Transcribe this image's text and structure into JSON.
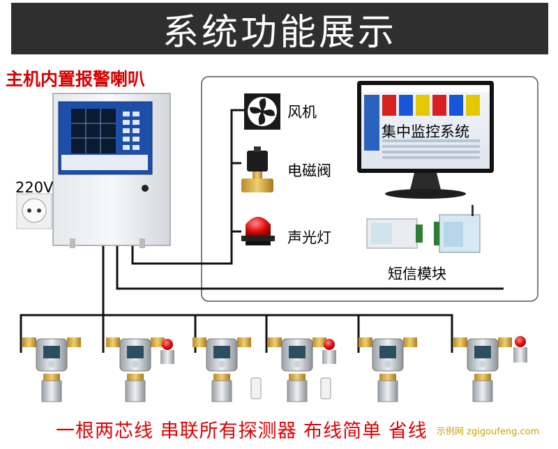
{
  "title": "系统功能展示",
  "host_label": "主机内置报警喇叭",
  "power_label": "220V",
  "devices": {
    "fan": "风机",
    "valve": "电磁阀",
    "light": "声光灯",
    "monitor": "集中监控系统",
    "sms": "短信模块"
  },
  "bottom_caption": "一根两芯线 串联所有探测器 布线简单 省线",
  "watermark": "示例网 zgigoufeng.com",
  "colors": {
    "caption_red": "#e00000",
    "title_bg": "#2f2f2f"
  }
}
